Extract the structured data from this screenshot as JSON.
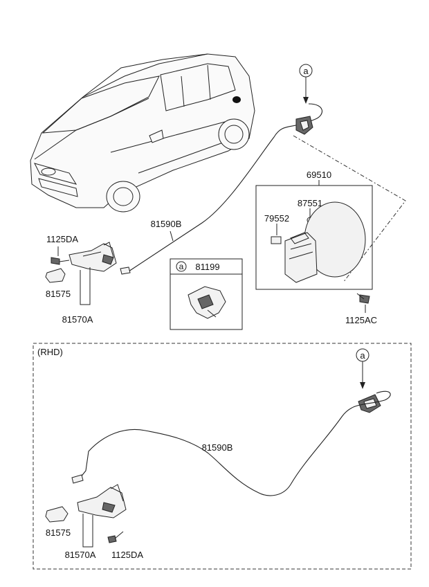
{
  "labels": {
    "callout_top": "a",
    "door_assy": "69510",
    "pad": "87551",
    "holder": "79552",
    "cable_top": "81590B",
    "inset_callout": "a",
    "inset_part": "81199",
    "bolt_top": "1125DA",
    "cap_top": "81575",
    "lever_top": "81570A",
    "screw": "1125AC",
    "rhd_title": "(RHD)",
    "callout_rhd": "a",
    "cable_rhd": "81590B",
    "cap_rhd": "81575",
    "lever_rhd": "81570A",
    "bolt_rhd": "1125DA"
  }
}
